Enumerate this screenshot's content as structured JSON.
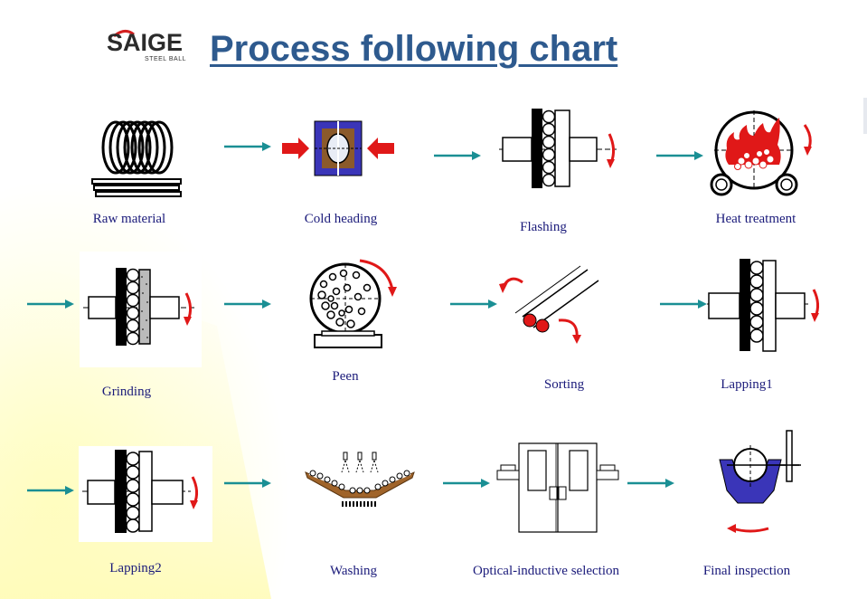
{
  "header": {
    "logo_text": "SAIGE",
    "logo_sub": "STEEL BALL",
    "title": "Process following chart"
  },
  "steps": [
    {
      "label": "Raw  material",
      "icon": "wire-coil-icon"
    },
    {
      "label": "Cold heading",
      "icon": "cold-heading-die-icon"
    },
    {
      "label": "Flashing",
      "icon": "flashing-plates-icon"
    },
    {
      "label": "Heat treatment",
      "icon": "furnace-icon"
    },
    {
      "label": "Grinding",
      "icon": "grinding-plates-icon"
    },
    {
      "label": "Peen",
      "icon": "peening-drum-icon"
    },
    {
      "label": "Sorting",
      "icon": "sorting-rails-icon"
    },
    {
      "label": "Lapping1",
      "icon": "lapping-plates-icon"
    },
    {
      "label": "Lapping2",
      "icon": "lapping-plates-icon"
    },
    {
      "label": "Washing",
      "icon": "washing-conveyor-icon"
    },
    {
      "label": "Optical-inductive selection",
      "icon": "inspection-cabinet-icon"
    },
    {
      "label": "Final inspection",
      "icon": "final-inspection-icon"
    }
  ],
  "colors": {
    "title": "#2e5a8e",
    "arrow": "#1a8f94",
    "label": "#1a1a7a",
    "accent_red": "#e01818",
    "die_blue": "#3a35b8",
    "conveyor_brown": "#a0642a"
  }
}
